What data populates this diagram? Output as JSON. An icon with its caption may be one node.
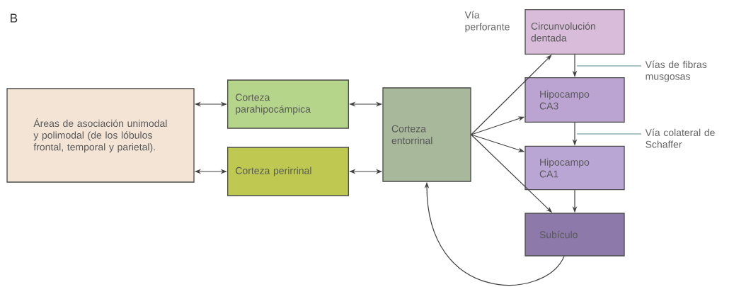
{
  "diagram": {
    "nodes": [
      {
        "text": [
          "Áreas de asociación unimodal y polimodal (de los lóbulos frontal, temporal y parietal)."
        ]
      },
      {
        "text": [
          "Corteza parahipocámpica"
        ]
      },
      {
        "text": [
          "Corteza perirrinal"
        ]
      },
      {
        "text": [
          "Corteza entorrinal"
        ]
      },
      {
        "text": [
          "Circunvolución dentada"
        ]
      },
      {
        "text": [
          "Hipocampo CA3"
        ]
      },
      {
        "text": [
          "Hipocampo CA1"
        ]
      },
      {
        "text": [
          "Subículo"
        ]
      },
      {
        "text": [
          "Vías de fibras musgosas"
        ]
      },
      {
        "text": [
          "Vía colateral de Schaffer"
        ]
      }
    ],
    "edges": [
      {
        "from": 0,
        "to": 1,
        "arrow": "both"
      },
      {
        "from": 0,
        "to": 2,
        "arrow": "both"
      },
      {
        "from": 1,
        "to": 3,
        "arrow": "both"
      },
      {
        "from": 2,
        "to": 3,
        "arrow": "both"
      },
      {
        "from": 3,
        "to": 4,
        "arrow": "to"
      },
      {
        "from": 3,
        "to": 5,
        "arrow": "to"
      },
      {
        "from": 3,
        "to": 6,
        "arrow": "to"
      },
      {
        "from": 3,
        "to": 7,
        "arrow": "to"
      },
      {
        "from": 4,
        "to": 5,
        "arrow": "to"
      },
      {
        "from": 5,
        "to": 6,
        "arrow": "to"
      },
      {
        "from": 6,
        "to": 7,
        "arrow": "to"
      },
      {
        "from": 7,
        "to": 3,
        "arrow": "to"
      },
      {
        "from": 8,
        "to": null,
        "arrow": "none",
        "color": "#5a8a8a"
      },
      {
        "from": 9,
        "to": null,
        "arrow": "none",
        "color": "#5a8a8a"
      }
    ],
    "labels": [
      "B",
      "Vía perforante"
    ]
  }
}
